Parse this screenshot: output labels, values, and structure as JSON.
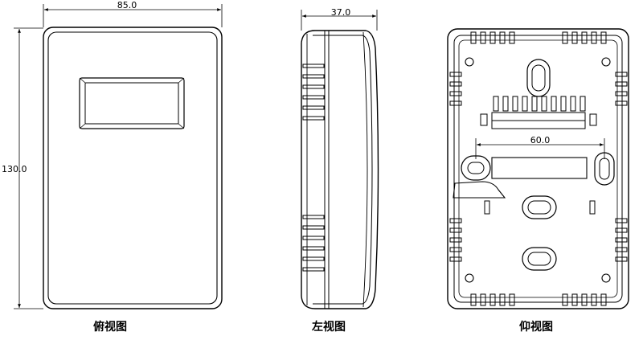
{
  "dimensions": {
    "width": "85.0",
    "height": "130.0",
    "depth": "37.0",
    "mount_spacing": "60.0"
  },
  "labels": {
    "front": "俯视图",
    "side": "左视图",
    "back": "仰视图"
  }
}
